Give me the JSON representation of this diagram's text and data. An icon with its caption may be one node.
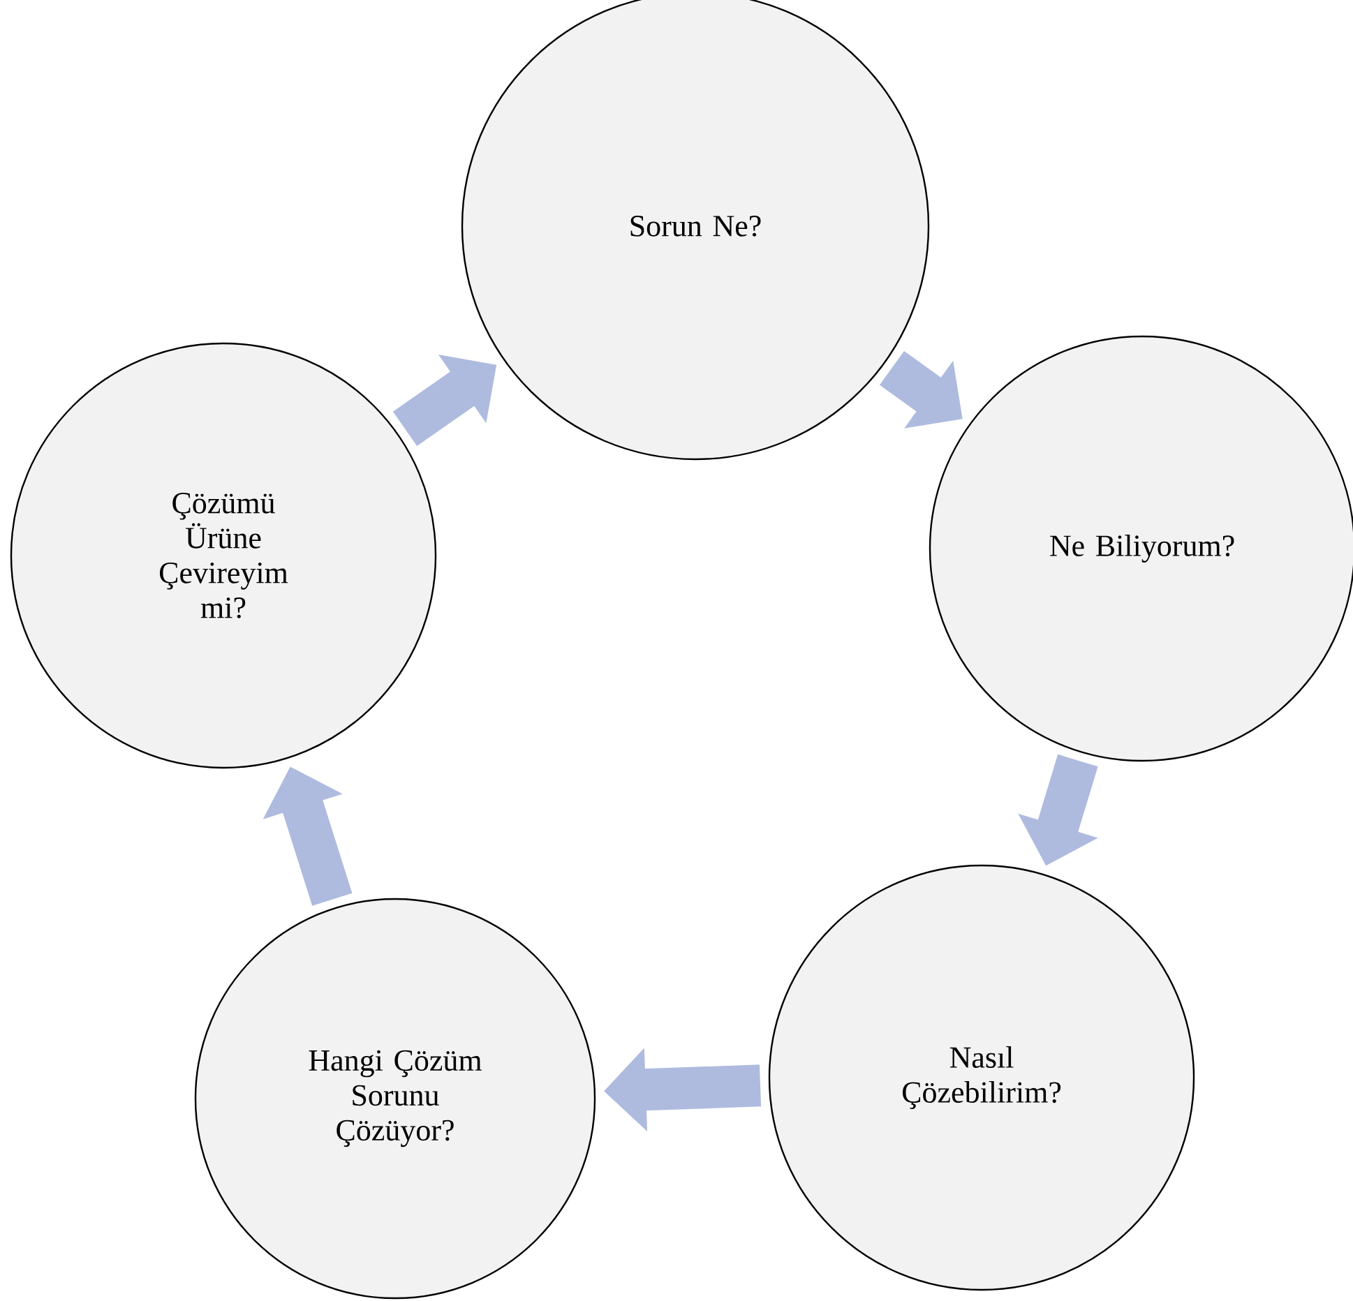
{
  "diagram": {
    "nodes": [
      {
        "text": [
          "Sorun Ne?"
        ]
      },
      {
        "text": [
          "Ne Biliyorum?"
        ]
      },
      {
        "text": [
          "Nasıl Çözebilirim?"
        ]
      },
      {
        "text": [
          "Hangi Çözüm Sorunu Çözüyor?"
        ]
      },
      {
        "text": [
          "Çözümü Ürüne Çevireyim mi?"
        ]
      }
    ],
    "edges": [
      {
        "from": 0,
        "to": 1,
        "arrow": "to"
      },
      {
        "from": 1,
        "to": 2,
        "arrow": "to"
      },
      {
        "from": 2,
        "to": 3,
        "arrow": "to"
      },
      {
        "from": 3,
        "to": 4,
        "arrow": "to"
      },
      {
        "from": 4,
        "to": 0,
        "arrow": "to"
      }
    ]
  }
}
